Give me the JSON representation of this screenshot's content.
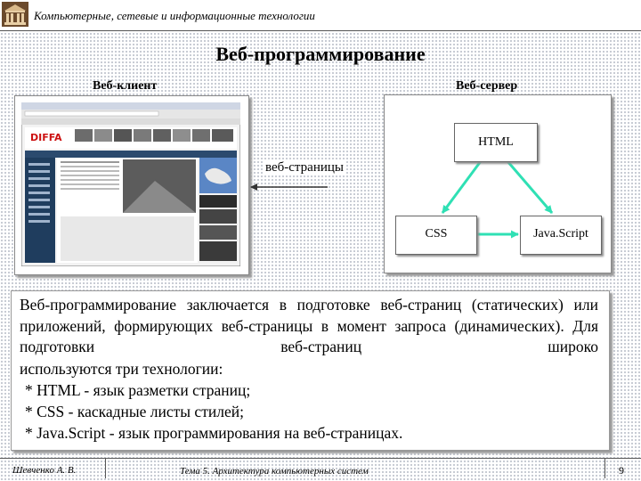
{
  "header": {
    "logo_icon": "university-building-icon",
    "text": "Компьютерные, сетевые и информационные технологии"
  },
  "slide": {
    "title": "Веб-программирование",
    "client_label": "Веб-клиент",
    "server_label": "Веб-сервер",
    "web_pages_label": "веб-страницы",
    "tech": {
      "html": "HTML",
      "css": "CSS",
      "js": "Java.Script"
    },
    "colors": {
      "accent_arrows": "#2fe0b4",
      "dot_pattern": "#b9bec8"
    },
    "browser_screenshot_icon": "website-screenshot-icon"
  },
  "description": {
    "paragraph": "Веб-программирование заключается в подготовке веб-страниц (статических) или приложений, формирующих веб-страницы в момент запроса (динамических). Для подготовки веб-страниц широко",
    "sub": "используются три технологии:",
    "items": [
      " * HTML - язык разметки страниц;",
      " * CSS - каскадные листы стилей;",
      " * Java.Script - язык программирования на веб-страницах."
    ]
  },
  "footer": {
    "author": "Шевченко А. В.",
    "topic": "Тема 5. Архитектура компьютерных систем",
    "page": "9"
  }
}
